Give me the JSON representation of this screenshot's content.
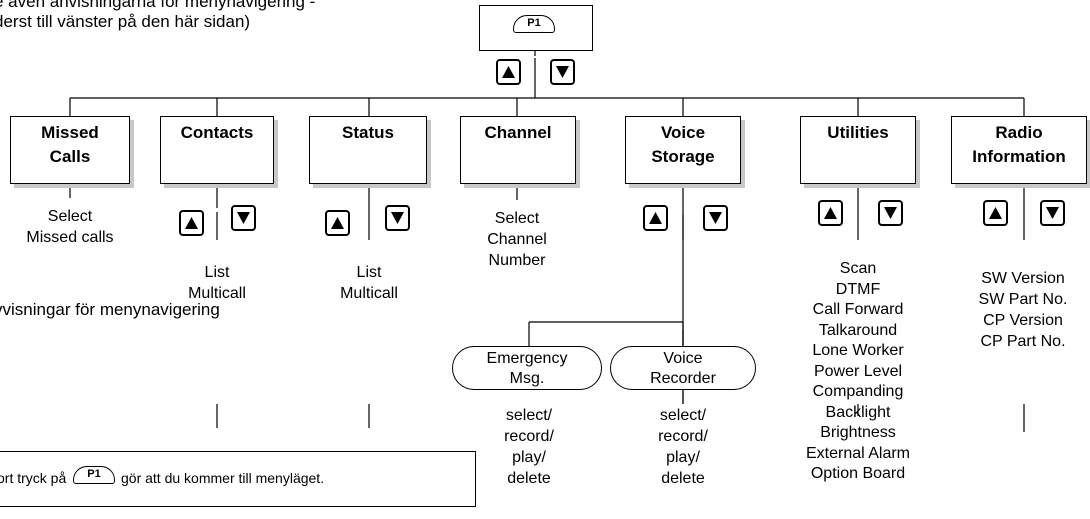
{
  "header_note": {
    "line1": "e även anvisningarna för menynavigering -",
    "line2": "derst till vänster på den här sidan)"
  },
  "p1_key_label": "P1",
  "menus": [
    {
      "id": "missed-calls",
      "label": "Missed\nCalls"
    },
    {
      "id": "contacts",
      "label": "Contacts"
    },
    {
      "id": "status",
      "label": "Status"
    },
    {
      "id": "channel",
      "label": "Channel"
    },
    {
      "id": "voice-storage",
      "label": "Voice\nStorage"
    },
    {
      "id": "utilities",
      "label": "Utilities"
    },
    {
      "id": "radio-information",
      "label": "Radio\nInformation"
    }
  ],
  "missed_calls_text": "Select\nMissed calls",
  "contacts_text": "List\nMulticall",
  "status_text": "List\nMulticall",
  "channel_text": "Select\nChannel\nNumber",
  "voice_storage_options": [
    {
      "label": "Emergency\nMsg.",
      "actions": "select/\nrecord/\nplay/\ndelete"
    },
    {
      "label": "Voice\nRecorder",
      "actions": "select/\nrecord/\nplay/\ndelete"
    }
  ],
  "utilities_items": "Scan\nDTMF\nCall Forward\nTalkaround\nLone Worker\nPower Level\nCompanding\nBacklight\nBrightness\nExternal Alarm\nOption Board",
  "radio_info_items": "SW Version\nSW Part No.\nCP Version\nCP Part No.",
  "instructions_heading": "vvisningar för menynavigering",
  "instruction_note": {
    "before": "ort tryck på",
    "after": "gör att du kommer till menyläget."
  },
  "icons": [
    "up-arrow-icon",
    "down-arrow-icon",
    "p1-key-icon"
  ]
}
